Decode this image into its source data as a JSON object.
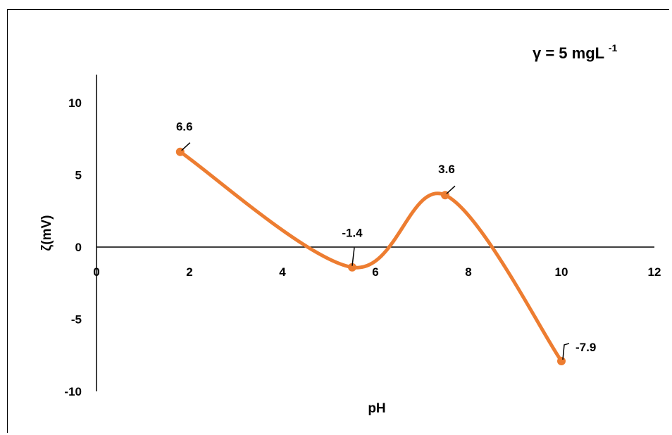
{
  "chart_data": {
    "type": "line",
    "smooth": true,
    "x": [
      1.8,
      5.5,
      7.5,
      10
    ],
    "series": [
      {
        "values": [
          6.6,
          -1.4,
          3.6,
          -7.9
        ],
        "color": "#ED7D31"
      }
    ],
    "data_labels": [
      "6.6",
      "-1.4",
      "3.6",
      "-7.9"
    ],
    "annotation": {
      "main": "γ = 5 mgL",
      "sup": "-1"
    },
    "xlabel": "pH",
    "ylabel": "ζ(mV)",
    "xlim": [
      0,
      12
    ],
    "ylim": [
      -10,
      10
    ],
    "x_ticks": [
      "0",
      "2",
      "4",
      "6",
      "8",
      "10",
      "12"
    ],
    "y_ticks": [
      "10",
      "5",
      "0",
      "-5",
      "-10"
    ],
    "grid": false,
    "legend": "none"
  }
}
